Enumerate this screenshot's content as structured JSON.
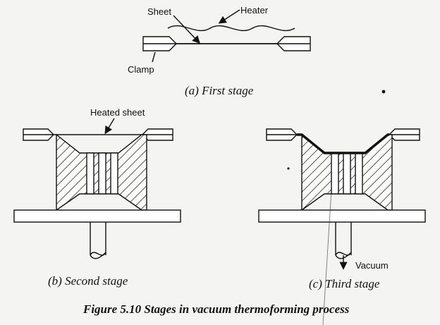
{
  "labels": {
    "sheet": "Sheet",
    "heater": "Heater",
    "clamp": "Clamp",
    "heated_sheet": "Heated sheet",
    "vacuum": "Vacuum"
  },
  "captions": {
    "a": "(a) First stage",
    "b": "(b) Second stage",
    "c": "(c) Third stage"
  },
  "figure_caption": "Figure 5.10 Stages in vacuum thermoforming process"
}
